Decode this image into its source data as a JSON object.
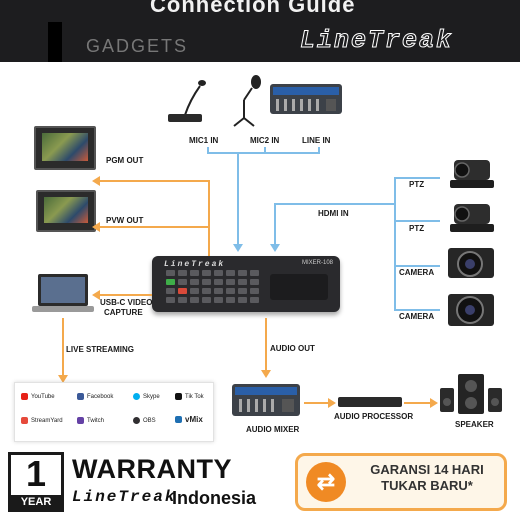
{
  "header": {
    "title": "Connection Guide",
    "left_text": "GADGETS",
    "brand": "LineTreak"
  },
  "inputs": {
    "mic1": "MIC1 IN",
    "mic2": "MIC2 IN",
    "line": "LINE IN",
    "hdmi": "HDMI IN"
  },
  "outputs": {
    "pgm": "PGM OUT",
    "pvw": "PVW OUT",
    "usbc_line1": "USB-C VIDEO",
    "usbc_line2": "CAPTURE",
    "live": "LIVE STREAMING",
    "audio_out": "AUDIO OUT",
    "audio_mixer": "AUDIO MIXER",
    "audio_processor": "AUDIO PROCESSOR",
    "speaker": "SPEAKER"
  },
  "cameras": [
    "PTZ",
    "PTZ",
    "CAMERA",
    "CAMERA"
  ],
  "switcher": {
    "brand": "LineTreak",
    "model": "MIXER-108"
  },
  "streaming_services": [
    {
      "name": "YouTube",
      "icon": "youtube-icon",
      "color": "#e62117"
    },
    {
      "name": "Facebook",
      "icon": "facebook-icon",
      "color": "#3b5998"
    },
    {
      "name": "Skype",
      "icon": "skype-icon",
      "color": "#00aff0"
    },
    {
      "name": "Tik Tok",
      "icon": "tiktok-icon",
      "color": "#111111"
    },
    {
      "name": "StreamYard",
      "icon": "streamyard-icon",
      "color": "#e64a3b"
    },
    {
      "name": "Twitch",
      "icon": "twitch-icon",
      "color": "#6441a5"
    },
    {
      "name": "OBS",
      "icon": "obs-icon",
      "color": "#302e31"
    },
    {
      "name": "vMix",
      "icon": "vmix-icon",
      "color": "#1f6fb2"
    }
  ],
  "footer": {
    "year_number": "1",
    "year_text": "YEAR",
    "warranty": "WARRANTY",
    "brand": "LineTreak",
    "country": "Indonesia",
    "garansi_line1": "GARANSI 14 HARI",
    "garansi_line2": "TUKAR BARU*"
  },
  "colors": {
    "audio_line": "#f4a94c",
    "video_line": "#7fbde8",
    "header_bg": "#1d1d1f"
  }
}
